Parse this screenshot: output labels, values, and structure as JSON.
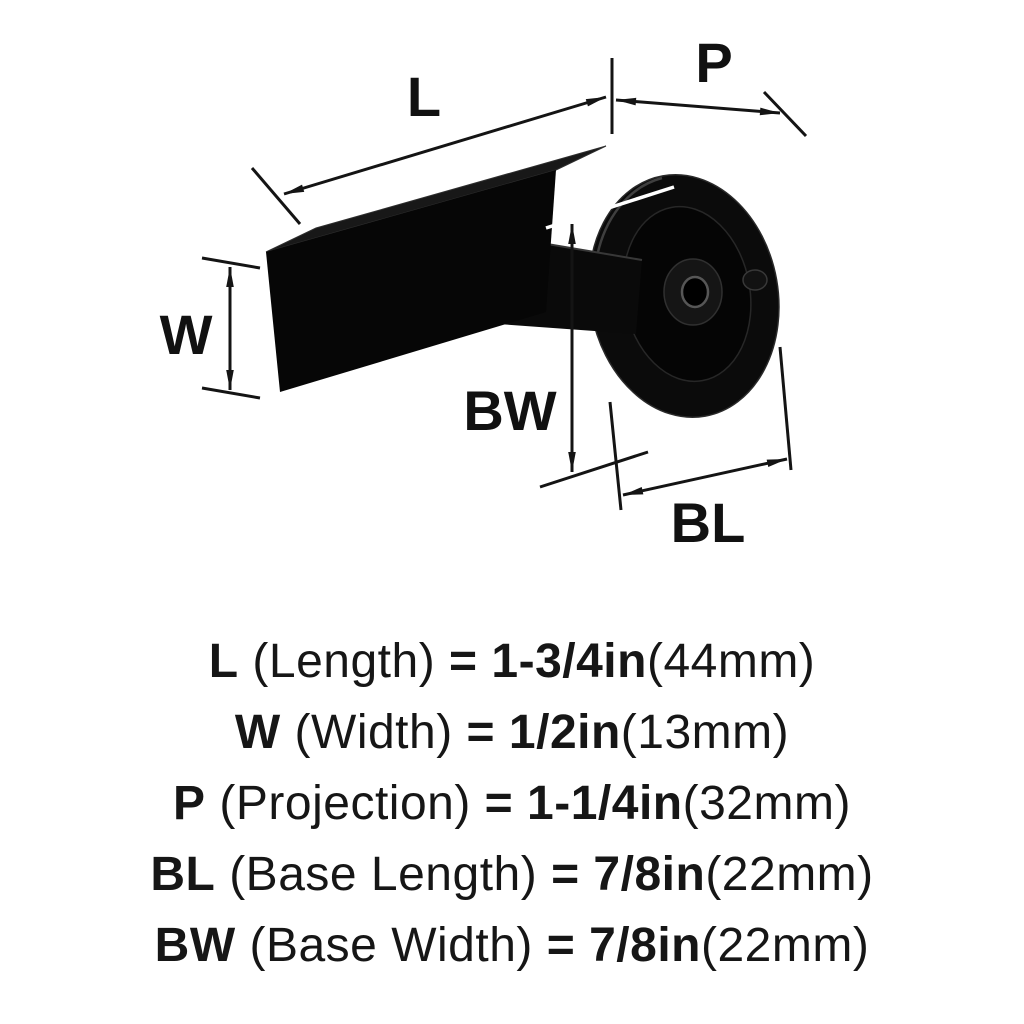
{
  "diagram": {
    "dimension_labels": {
      "L": "L",
      "P": "P",
      "W": "W",
      "BW": "BW",
      "BL": "BL"
    }
  },
  "legend": {
    "rows": [
      {
        "code": "L",
        "name": "(Length)",
        "value": "= 1-3/4in",
        "metric": "(44mm)"
      },
      {
        "code": "W",
        "name": "(Width)",
        "value": "= 1/2in",
        "metric": "(13mm)"
      },
      {
        "code": "P",
        "name": "(Projection)",
        "value": "= 1-1/4in",
        "metric": "(32mm)"
      },
      {
        "code": "BL",
        "name": "(Base Length)",
        "value": "= 7/8in",
        "metric": "(22mm)"
      },
      {
        "code": "BW",
        "name": "(Base Width)",
        "value": "= 7/8in",
        "metric": "(22mm)"
      }
    ]
  },
  "colors": {
    "background": "#ffffff",
    "ink": "#141414",
    "knob_fill": "#0b0b0b",
    "edge_highlight": "#3a3a3a"
  }
}
